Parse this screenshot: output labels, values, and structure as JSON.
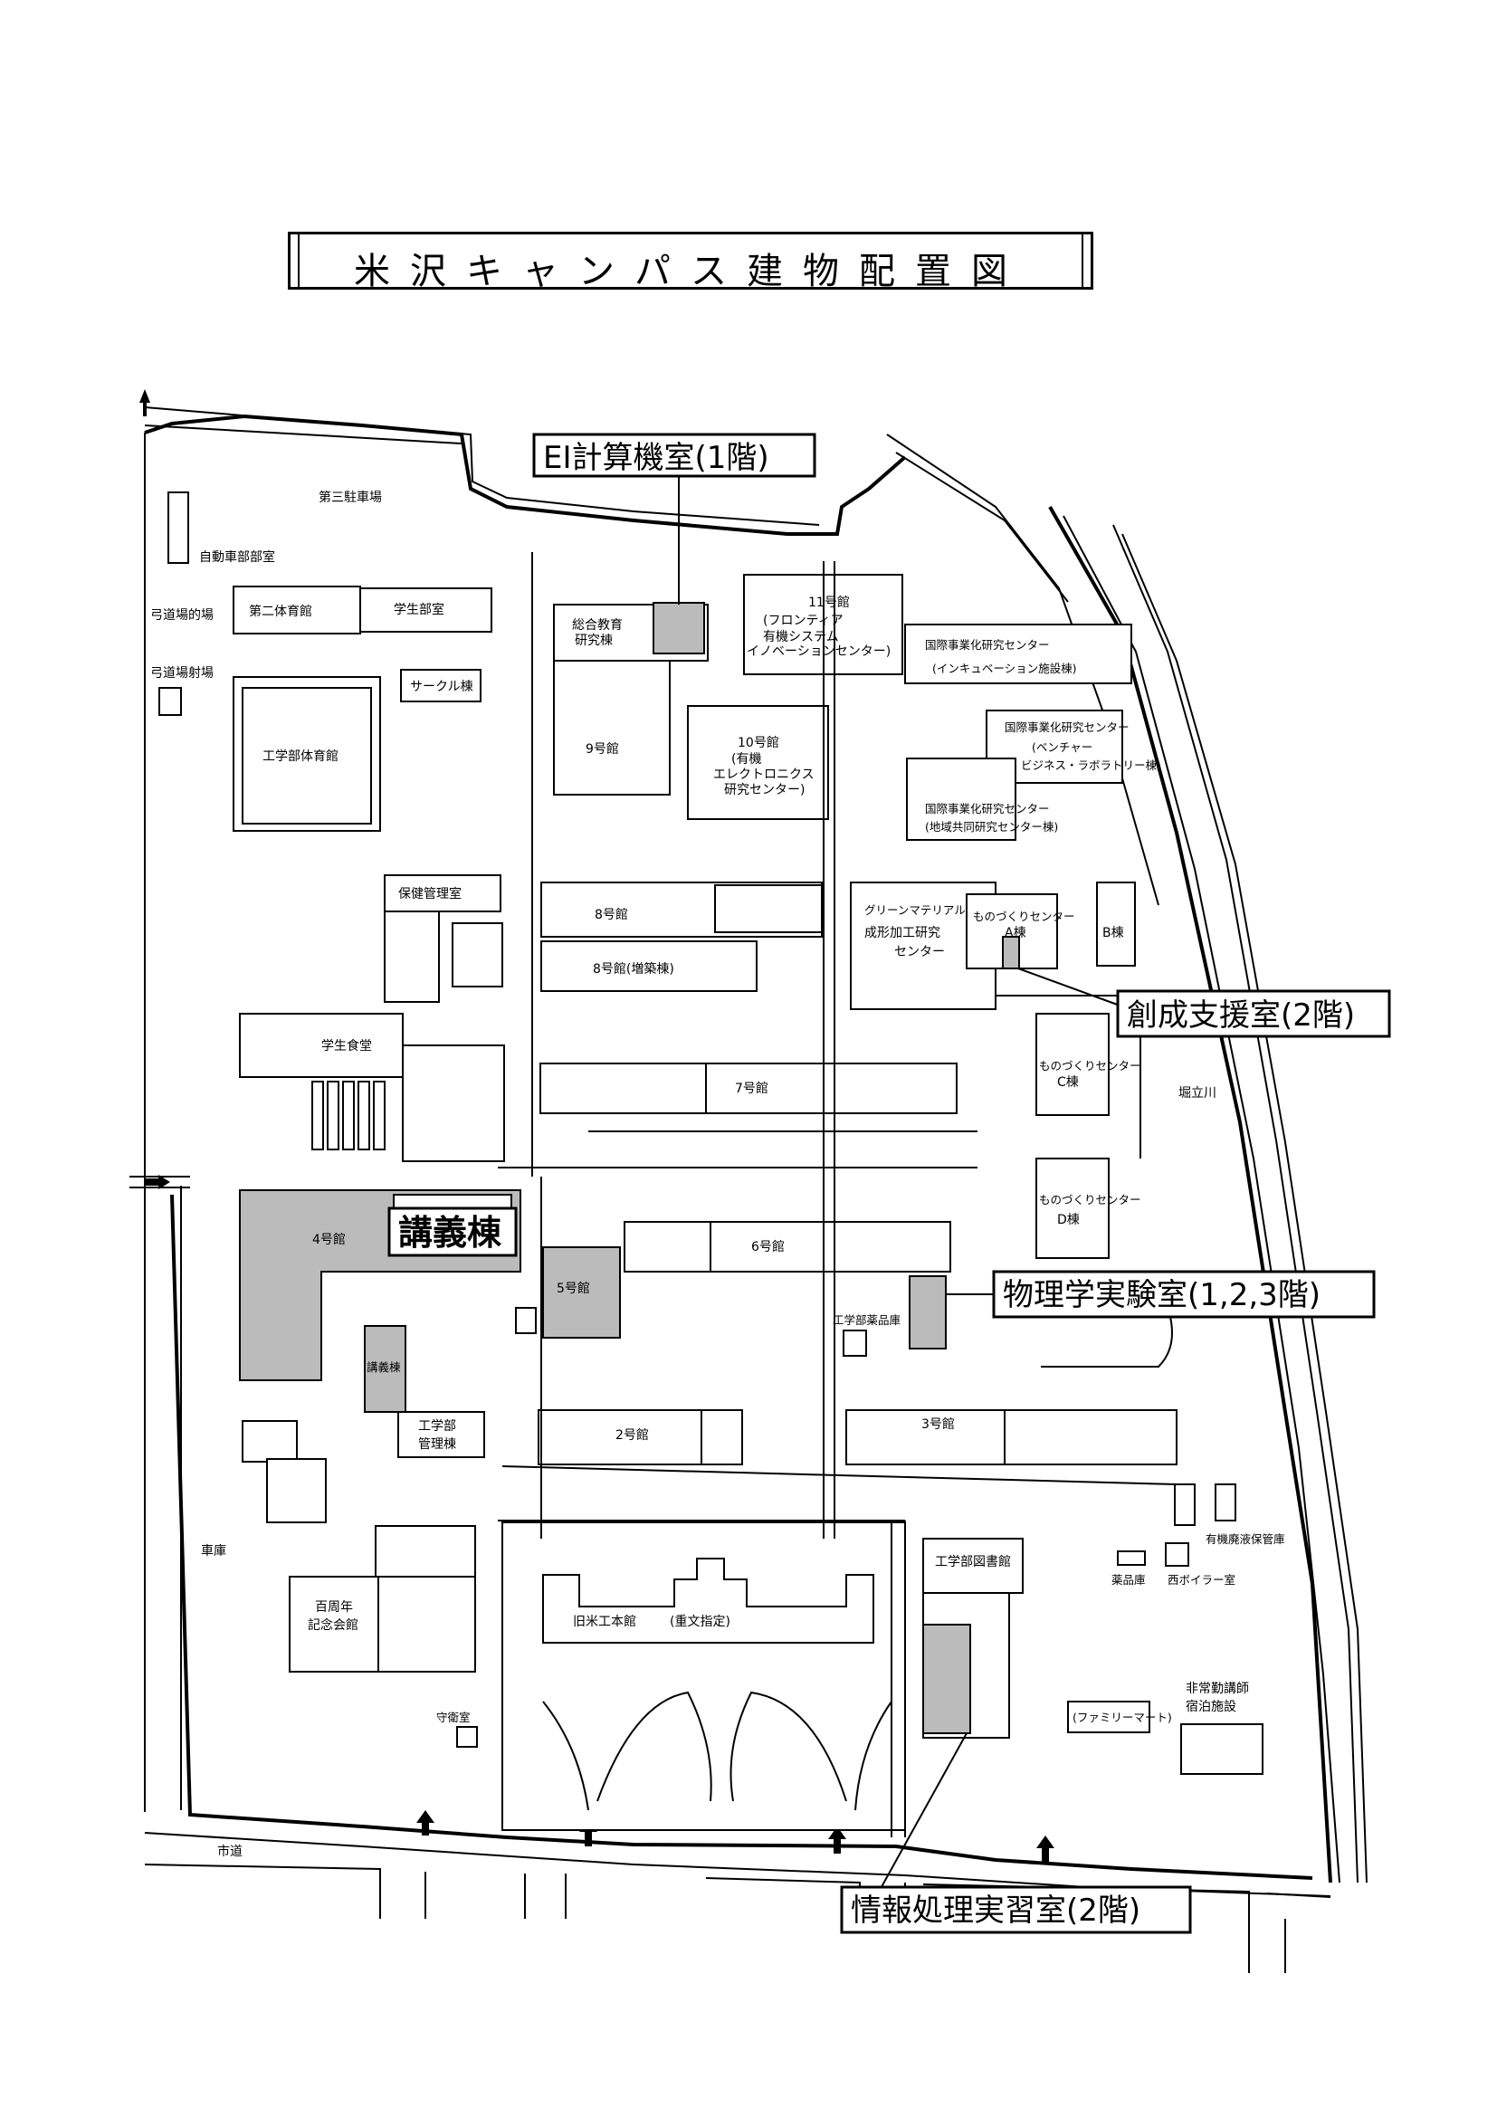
{
  "title": "米沢キャンパス建物配置図",
  "callouts": {
    "ei_lab": "EI計算機室(1階)",
    "sosei": "創成支援室(2階)",
    "kogi": "講義棟",
    "physics": "物理学実験室(1,2,3階)",
    "info": "情報処理実習室(2階)"
  },
  "buildings": {
    "parking3": "第三駐車場",
    "auto_club": "自動車部部室",
    "archery_dojo": "弓道場的場",
    "gym2": "第二体育館",
    "student_club": "学生部室",
    "archery_range": "弓道場射場",
    "circle": "サークル棟",
    "gym": "工学部体育館",
    "health": "保健管理室",
    "cafeteria": "学生食堂",
    "sogo_1": "総合教育",
    "sogo_2": "研究棟",
    "b9": "9号館",
    "b10_1": "10号館",
    "b10_2": "(有機",
    "b10_3": "エレクトロニクス",
    "b10_4": "研究センター)",
    "b11_1": "11号館",
    "b11_2": "(フロンティア",
    "b11_3": "有機システム",
    "b11_4": "イノベーションセンター)",
    "intl_1_a": "国際事業化研究センター",
    "intl_1_b": "(インキュベーション施設棟)",
    "intl_2_a": "国際事業化研究センター",
    "intl_2_b": "(ベンチャー",
    "intl_2_c": "ビジネス・ラボラトリー棟)",
    "intl_3_a": "国際事業化研究センター",
    "intl_3_b": "(地域共同研究センター棟)",
    "b8": "8号館",
    "b8_annex": "8号館(増築棟)",
    "green_1": "グリーンマテリアル",
    "green_2": "成形加工研究",
    "green_3": "センター",
    "mono_a_1": "ものづくりセンター",
    "mono_a_2": "A棟",
    "mono_b": "B棟",
    "b7": "7号館",
    "mono_c_1": "ものづくりセンター",
    "mono_c_2": "C棟",
    "river": "堀立川",
    "mono_d_1": "ものづくりセンター",
    "mono_d_2": "D棟",
    "b4": "4号館",
    "b5": "5号館",
    "b6": "6号館",
    "chem_store": "工学部薬品庫",
    "kogi_small": "講義棟",
    "admin_1": "工学部",
    "admin_2": "管理棟",
    "b2": "2号館",
    "b3": "3号館",
    "organic_waste": "有機廃液保管庫",
    "garage": "車庫",
    "library": "工学部図書館",
    "chem_room": "薬品庫",
    "west_boiler": "西ボイラー室",
    "centennial_1": "百周年",
    "centennial_2": "記念会館",
    "old_hall": "旧米工本館",
    "cultural": "(重文指定)",
    "guard": "守衛室",
    "familymart": "(ファミリーマート)",
    "lodging_1": "非常勤講師",
    "lodging_2": "宿泊施設",
    "city_road": "市道"
  },
  "colors": {
    "highlight": "#bbbbbb",
    "line": "#000000"
  }
}
